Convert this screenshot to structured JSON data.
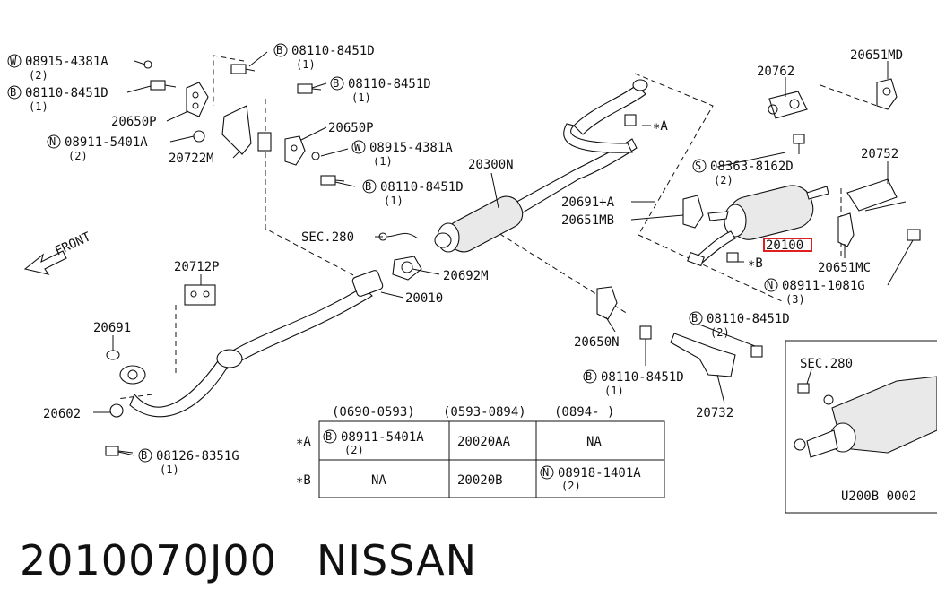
{
  "callouts": {
    "w1": {
      "prefix": "W",
      "part": "08915-4381A",
      "qty": "(2)"
    },
    "b1": {
      "prefix": "B",
      "part": "08110-8451D",
      "qty": "(1)"
    },
    "b2": {
      "prefix": "B",
      "part": "08110-8451D",
      "qty": "(1)"
    },
    "b3": {
      "prefix": "B",
      "part": "08110-8451D",
      "qty": "(1)"
    },
    "n1": {
      "prefix": "N",
      "part": "08911-5401A",
      "qty": "(2)"
    },
    "w2": {
      "prefix": "W",
      "part": "08915-4381A",
      "qty": "(1)"
    },
    "b4": {
      "prefix": "B",
      "part": "08110-8451D",
      "qty": "(1)"
    },
    "s1": {
      "prefix": "S",
      "part": "08363-8162D",
      "qty": "(2)"
    },
    "n2": {
      "prefix": "N",
      "part": "08911-1081G",
      "qty": "(3)"
    },
    "b5": {
      "prefix": "B",
      "part": "08110-8451D",
      "qty": "(2)"
    },
    "b6": {
      "prefix": "B",
      "part": "08110-8451D",
      "qty": "(1)"
    },
    "b7": {
      "prefix": "B",
      "part": "08126-8351G",
      "qty": "(1)"
    }
  },
  "labels": {
    "p20650p_a": "20650P",
    "p20722m": "20722M",
    "p20650p_b": "20650P",
    "p20300n": "20300N",
    "p20691a": "20691+A",
    "p20651mb": "20651MB",
    "p20100": "20100",
    "p20762": "20762",
    "p20651md": "20651MD",
    "p20752": "20752",
    "p20651mc": "20651MC",
    "sec280_main": "SEC.280",
    "p20692m": "20692M",
    "p20010": "20010",
    "p20712p": "20712P",
    "p20691": "20691",
    "p20602": "20602",
    "p20650n": "20650N",
    "p20732": "20732",
    "star_a": "∗A",
    "star_b": "∗B",
    "front": "FRONT",
    "inset_sec": "SEC.280",
    "diagram_code": "U200B 0002"
  },
  "table": {
    "headers": [
      "(0690-0593)",
      "(0593-0894)",
      "(0894-     )"
    ],
    "rows": [
      {
        "key": "∗A",
        "c1_prefix": "B",
        "c1_part": "08911-5401A",
        "c1_qty": "(2)",
        "c2": "20020AA",
        "c3": "NA"
      },
      {
        "key": "∗B",
        "c1": "NA",
        "c2": "20020B",
        "c3_prefix": "N",
        "c3_part": "08918-1401A",
        "c3_qty": "(2)"
      }
    ]
  },
  "footer": {
    "part_number": "2010070J00",
    "brand": "NISSAN"
  },
  "colors": {
    "highlight": "#e02020",
    "ink": "#111111"
  }
}
